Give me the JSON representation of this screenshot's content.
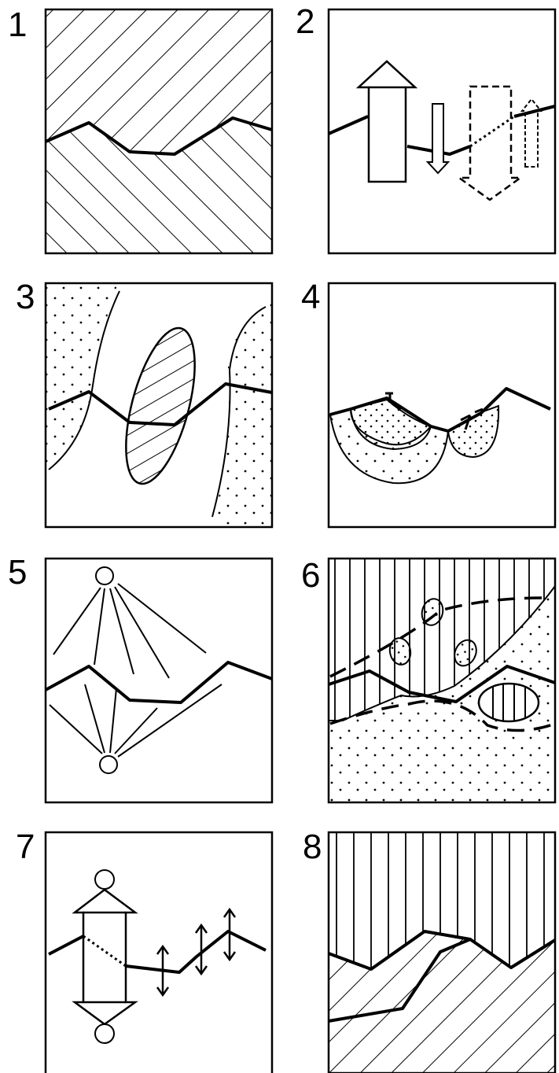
{
  "panels": [
    {
      "label": "1"
    },
    {
      "label": "2"
    },
    {
      "label": "3"
    },
    {
      "label": "4"
    },
    {
      "label": "5"
    },
    {
      "label": "6"
    },
    {
      "label": "7"
    },
    {
      "label": "8"
    }
  ],
  "colors": {
    "ink": "#000000",
    "paper": "#ffffff"
  }
}
